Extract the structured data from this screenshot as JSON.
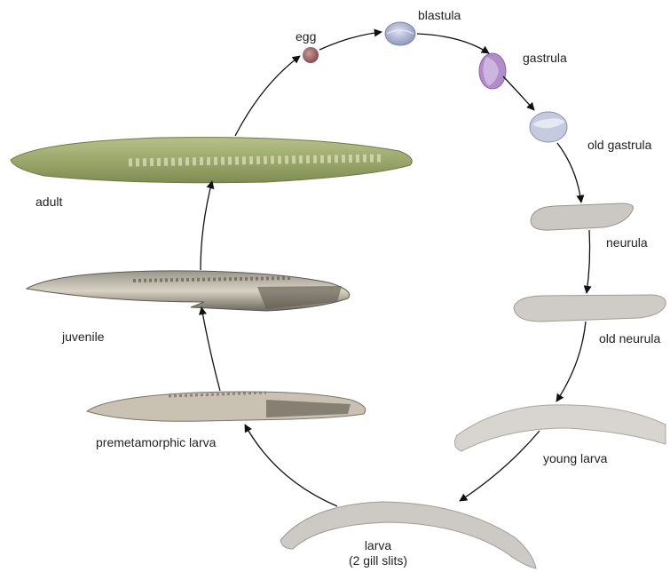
{
  "stages": [
    {
      "id": "egg",
      "label": "egg"
    },
    {
      "id": "blastula",
      "label": "blastula"
    },
    {
      "id": "gastrula",
      "label": "gastrula"
    },
    {
      "id": "old_gastrula",
      "label": "old gastrula"
    },
    {
      "id": "neurula",
      "label": "neurula"
    },
    {
      "id": "old_neurula",
      "label": "old neurula"
    },
    {
      "id": "young_larva",
      "label": "young larva"
    },
    {
      "id": "larva",
      "label": "larva",
      "sublabel": "(2 gill slits)"
    },
    {
      "id": "premetamorphic_larva",
      "label": "premetamorphic larva"
    },
    {
      "id": "juvenile",
      "label": "juvenile"
    },
    {
      "id": "adult",
      "label": "adult"
    }
  ],
  "colors": {
    "arrow": "#111111",
    "egg": "#a06a6a",
    "blastula": "#b9c0dd",
    "gastrula": "#a57fbf",
    "embryo_gray": "#c9c6c3",
    "adult": "#9aa86a",
    "larva_dark": "#6f6a60"
  }
}
